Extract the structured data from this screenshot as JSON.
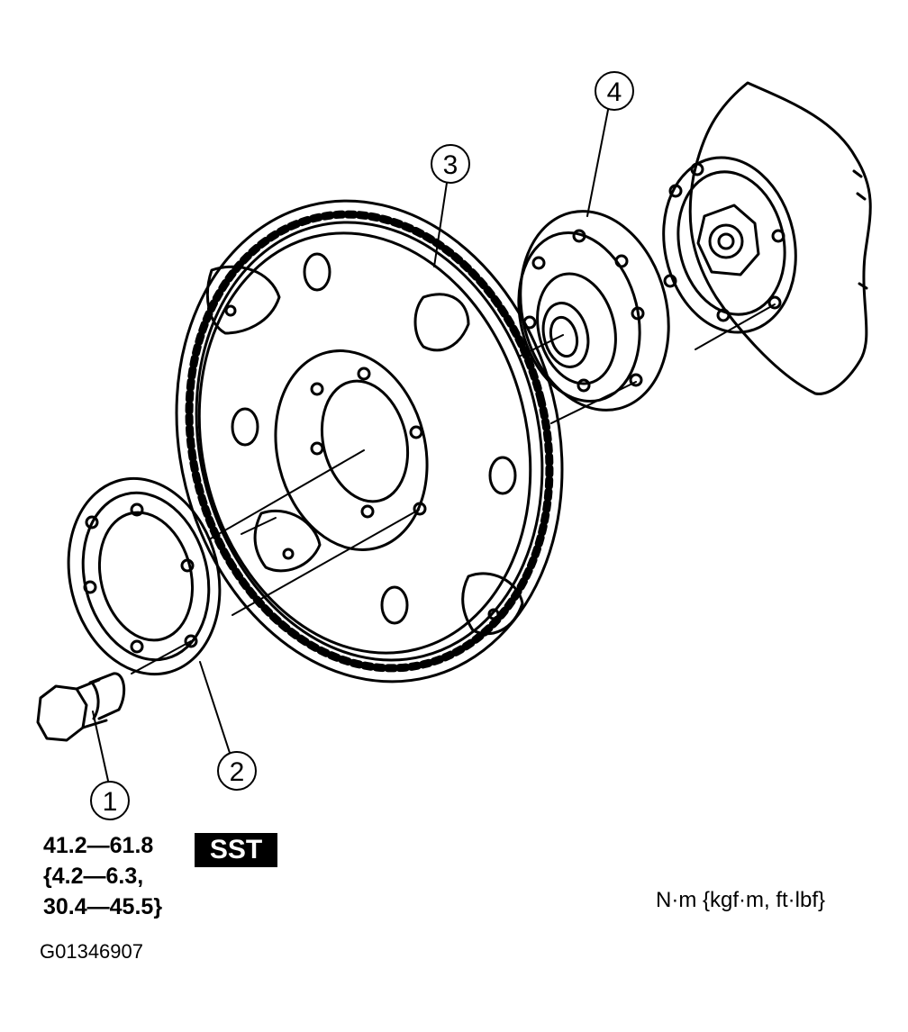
{
  "diagram": {
    "callouts": [
      "1",
      "2",
      "3",
      "4"
    ],
    "torque_spec": {
      "line1": "41.2—61.8",
      "line2": "{4.2—6.3,",
      "line3": "30.4—45.5}"
    },
    "sst_badge": "SST",
    "unit_label": "N·m {kgf·m, ft·lbf}",
    "figure_id": "G01346907"
  }
}
